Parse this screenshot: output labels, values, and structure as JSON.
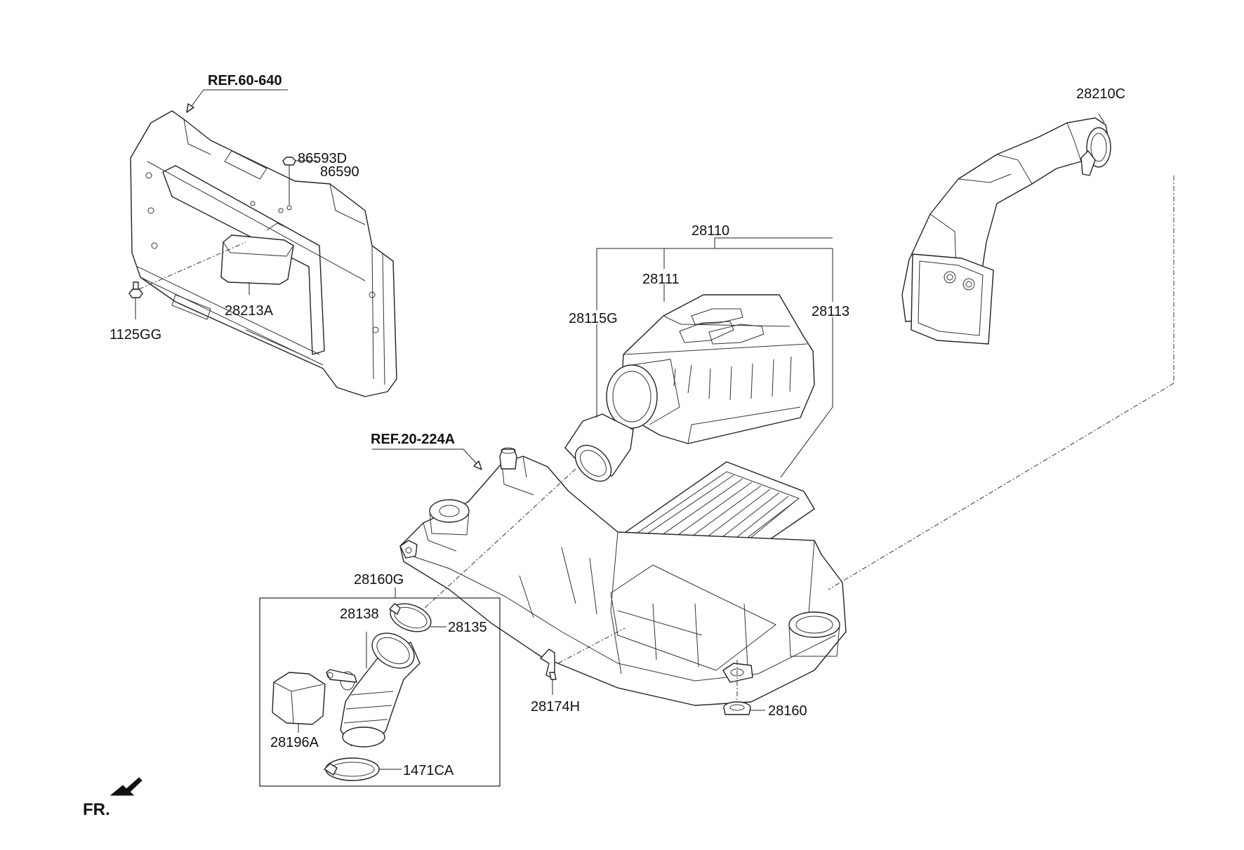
{
  "refs": {
    "ref_60_640": "REF.60-640",
    "ref_20_224a": "REF.20-224A"
  },
  "labels": {
    "p86593D": "86593D",
    "p86590": "86590",
    "p1125GG": "1125GG",
    "p28213A": "28213A",
    "p28110": "28110",
    "p28111": "28111",
    "p28115G": "28115G",
    "p28113": "28113",
    "p28210C": "28210C",
    "p28160G": "28160G",
    "p28138": "28138",
    "p28135": "28135",
    "p28196A": "28196A",
    "p1471CA": "1471CA",
    "p28174H": "28174H",
    "p28160": "28160"
  },
  "direction": {
    "fr": "FR."
  }
}
